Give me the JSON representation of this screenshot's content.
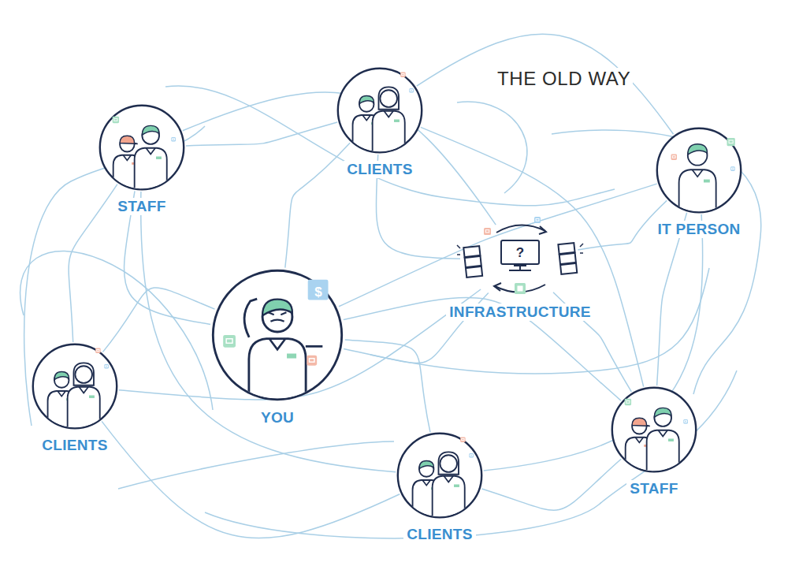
{
  "diagram": {
    "title": "THE OLD WAY",
    "nodes": [
      {
        "text": [
          "CLIENTS"
        ]
      },
      {
        "text": [
          "STAFF"
        ]
      },
      {
        "text": [
          "IT PERSON"
        ]
      },
      {
        "text": [
          "INFRASTRUCTURE"
        ]
      },
      {
        "text": [
          "YOU"
        ]
      },
      {
        "text": [
          "CLIENTS"
        ]
      },
      {
        "text": [
          "STAFF"
        ]
      },
      {
        "text": [
          "CLIENTS"
        ]
      }
    ],
    "edges": [
      {
        "from": 4,
        "to": 1,
        "arrow": "none"
      },
      {
        "from": 4,
        "to": 0,
        "arrow": "none"
      },
      {
        "from": 4,
        "to": 2,
        "arrow": "none"
      },
      {
        "from": 4,
        "to": 3,
        "arrow": "none"
      },
      {
        "from": 4,
        "to": 5,
        "arrow": "none"
      },
      {
        "from": 4,
        "to": 7,
        "arrow": "none"
      },
      {
        "from": 4,
        "to": 6,
        "arrow": "none"
      },
      {
        "from": 1,
        "to": 0,
        "arrow": "none"
      },
      {
        "from": 1,
        "to": 5,
        "arrow": "none"
      },
      {
        "from": 0,
        "to": 3,
        "arrow": "none"
      },
      {
        "from": 0,
        "to": 2,
        "arrow": "none"
      },
      {
        "from": 2,
        "to": 3,
        "arrow": "none"
      },
      {
        "from": 3,
        "to": 6,
        "arrow": "none"
      },
      {
        "from": 7,
        "to": 6,
        "arrow": "none"
      },
      {
        "from": 5,
        "to": 7,
        "arrow": "none"
      },
      {
        "from": 1,
        "to": 3,
        "arrow": "none"
      },
      {
        "from": 0,
        "to": 6,
        "arrow": "none"
      },
      {
        "from": 2,
        "to": 6,
        "arrow": "none"
      },
      {
        "from": 5,
        "to": 3,
        "arrow": "none"
      },
      {
        "from": 1,
        "to": 7,
        "arrow": "none"
      },
      {
        "from": 2,
        "to": 7,
        "arrow": "none"
      }
    ],
    "labels": [
      "?",
      "$"
    ]
  }
}
